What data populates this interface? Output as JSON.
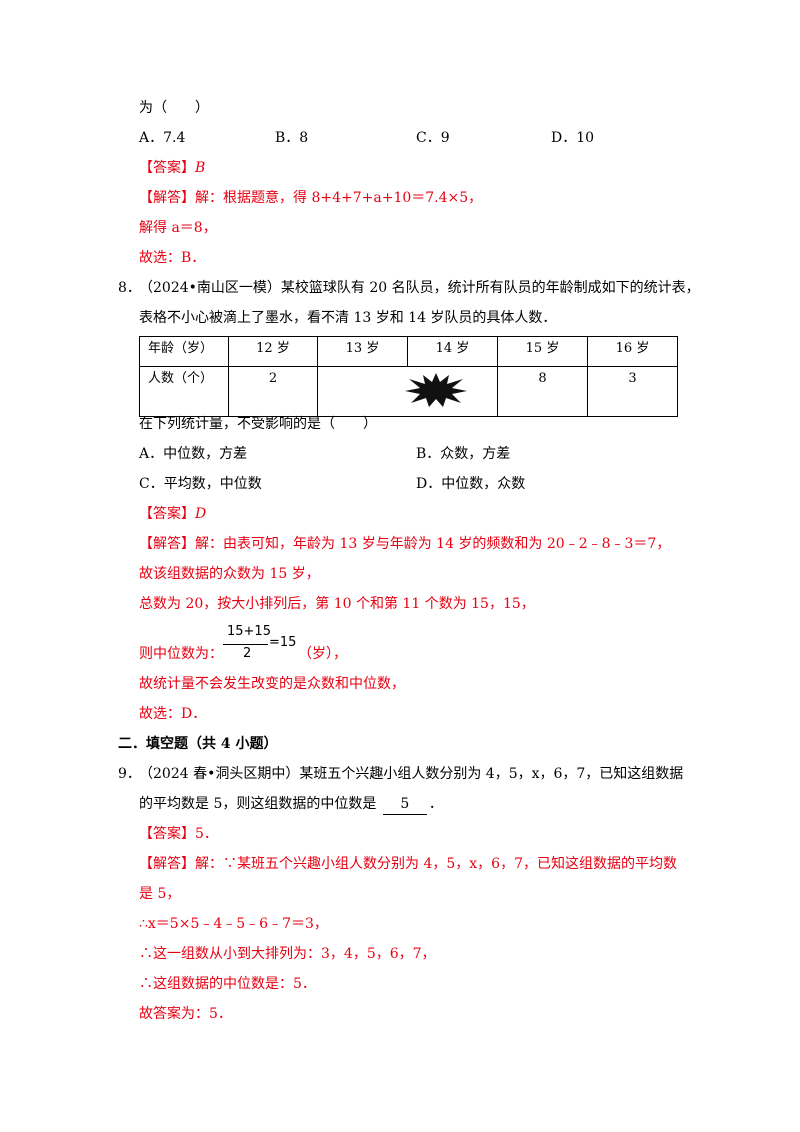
{
  "q7": {
    "stem_tail": "为（　　）",
    "options": [
      "A．7.4",
      "B．8",
      "C．9",
      "D．10"
    ],
    "answer_label": "【答案】",
    "answer_value": "B",
    "solution_label": "【解答】",
    "solution_lines": [
      "解：根据题意，得 8+4+7+a+10＝7.4×5，",
      "解得 a＝8，",
      "故选：B．"
    ]
  },
  "q8": {
    "number": "8．",
    "stem_line1": "（2024•南山区一模）某校篮球队有 20 名队员，统计所有队员的年龄制成如下的统计表，",
    "stem_line2": "表格不小心被滴上了墨水，看不清 13 岁和 14 岁队员的具体人数．",
    "table": {
      "header": [
        "年龄（岁）",
        "12 岁",
        "13 岁",
        "14 岁",
        "15 岁",
        "16 岁"
      ],
      "row_label": "人数（个）",
      "row_values": [
        "2",
        "",
        "",
        "8",
        "3"
      ]
    },
    "question": "在下列统计量，不受影响的是（　　）",
    "options": [
      "A．中位数，方差",
      "B．众数，方差",
      "C．平均数，中位数",
      "D．中位数，众数"
    ],
    "answer_label": "【答案】",
    "answer_value": "D",
    "solution_label": "【解答】",
    "solution_lines": [
      "解：由表可知，年龄为 13 岁与年龄为 14 岁的频数和为 20﹣2﹣8﹣3＝7，",
      "故该组数据的众数为 15 岁，",
      "总数为 20，按大小排列后，第 10 个和第 11 个数为 15，15，",
      "则中位数为：",
      "（岁），",
      "故统计量不会发生改变的是众数和中位数，",
      "故选：D．"
    ],
    "fraction": {
      "numerator": "15+15",
      "denominator": "2",
      "result": "=15"
    }
  },
  "section2": {
    "title": "二．填空题（共 4 小题）"
  },
  "q9": {
    "number": "9．",
    "stem_line1": "（2024 春•洞头区期中）某班五个兴趣小组人数分别为 4，5，x，6，7，已知这组数据",
    "stem_line2_prefix": "的平均数是 5，则这组数据的中位数是",
    "blank_answer": "5",
    "stem_line2_suffix": "．",
    "answer_label": "【答案】",
    "answer_value": "5．",
    "solution_label": "【解答】",
    "solution_lines": [
      "解：∵某班五个兴趣小组人数分别为 4，5，x，6，7，已知这组数据的平均数",
      "是 5，",
      "∴x＝5×5﹣4﹣5﹣6﹣7＝3，",
      "∴这一组数从小到大排列为：3，4，5，6，7，",
      "∴这组数据的中位数是：5．",
      "故答案为：5．"
    ]
  },
  "colors": {
    "answer_red": "#e60012",
    "ink": "#000000"
  }
}
